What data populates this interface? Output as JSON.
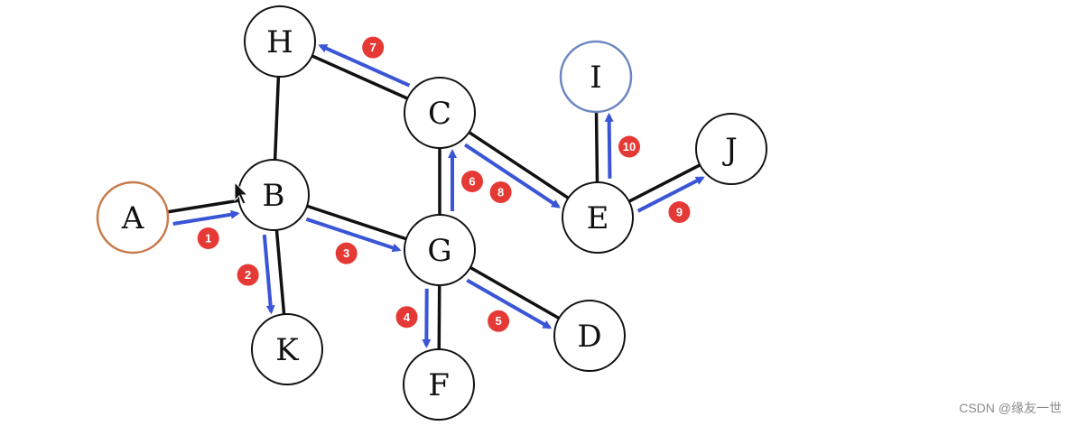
{
  "nodes": [
    {
      "id": "H",
      "label": "H",
      "kind": "plain"
    },
    {
      "id": "C",
      "label": "C",
      "kind": "plain"
    },
    {
      "id": "I",
      "label": "I",
      "kind": "visited-last"
    },
    {
      "id": "J",
      "label": "J",
      "kind": "plain"
    },
    {
      "id": "A",
      "label": "A",
      "kind": "start"
    },
    {
      "id": "B",
      "label": "B",
      "kind": "plain"
    },
    {
      "id": "G",
      "label": "G",
      "kind": "plain"
    },
    {
      "id": "E",
      "label": "E",
      "kind": "plain"
    },
    {
      "id": "K",
      "label": "K",
      "kind": "plain"
    },
    {
      "id": "D",
      "label": "D",
      "kind": "plain"
    },
    {
      "id": "F",
      "label": "F",
      "kind": "plain"
    }
  ],
  "edges": [
    [
      "A",
      "B"
    ],
    [
      "B",
      "H"
    ],
    [
      "H",
      "C"
    ],
    [
      "B",
      "K"
    ],
    [
      "B",
      "G"
    ],
    [
      "C",
      "G"
    ],
    [
      "C",
      "E"
    ],
    [
      "G",
      "D"
    ],
    [
      "G",
      "F"
    ],
    [
      "E",
      "I"
    ],
    [
      "E",
      "J"
    ]
  ],
  "steps": [
    {
      "n": "1",
      "from": "A",
      "to": "B"
    },
    {
      "n": "2",
      "from": "B",
      "to": "K"
    },
    {
      "n": "3",
      "from": "B",
      "to": "G"
    },
    {
      "n": "4",
      "from": "G",
      "to": "F"
    },
    {
      "n": "5",
      "from": "G",
      "to": "D"
    },
    {
      "n": "6",
      "from": "G",
      "to": "C"
    },
    {
      "n": "7",
      "from": "C",
      "to": "H"
    },
    {
      "n": "8",
      "from": "C",
      "to": "E"
    },
    {
      "n": "9",
      "from": "E",
      "to": "J"
    },
    {
      "n": "10",
      "from": "E",
      "to": "I"
    }
  ],
  "colors": {
    "edge": "#111111",
    "arrow": "#3a55d6",
    "badge": "#e53935",
    "start_ring": "#c87a4a",
    "last_ring": "#6b86c0",
    "plain_ring": "#111111"
  },
  "watermark": "CSDN @缘友一世"
}
